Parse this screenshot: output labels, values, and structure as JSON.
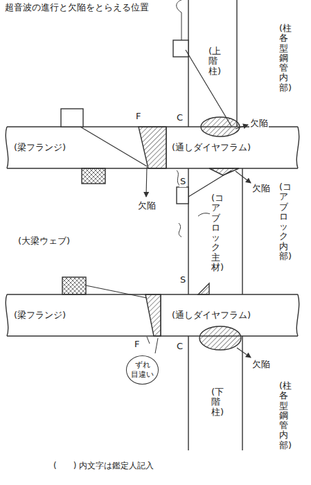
{
  "diagram": {
    "title": "超音波の進行と欠陥をとらえる位置",
    "caption": "(　　) 内文字は鑑定人記入",
    "nodes": [
      {
        "text": [
          "(上階柱)"
        ]
      },
      {
        "text": [
          "(梁フランジ)"
        ]
      },
      {
        "text": [
          "(通しダイヤフラム)"
        ]
      },
      {
        "text": [
          "(コアブロック主材)"
        ]
      },
      {
        "text": [
          "(大梁ウェブ)"
        ]
      },
      {
        "text": [
          "(梁フランジ)"
        ]
      },
      {
        "text": [
          "(通しダイヤフラム)"
        ]
      },
      {
        "text": [
          "ずれ 目違い"
        ]
      },
      {
        "text": [
          "(下階柱)"
        ]
      }
    ],
    "labels": [
      "(柱各型鋼管内部)",
      "F",
      "C",
      "欠陥",
      "欠陥",
      "S",
      "(コアブロック内部)",
      "欠陥",
      "S",
      "F",
      "C",
      "欠陥",
      "(柱各型鋼管内部)"
    ]
  }
}
